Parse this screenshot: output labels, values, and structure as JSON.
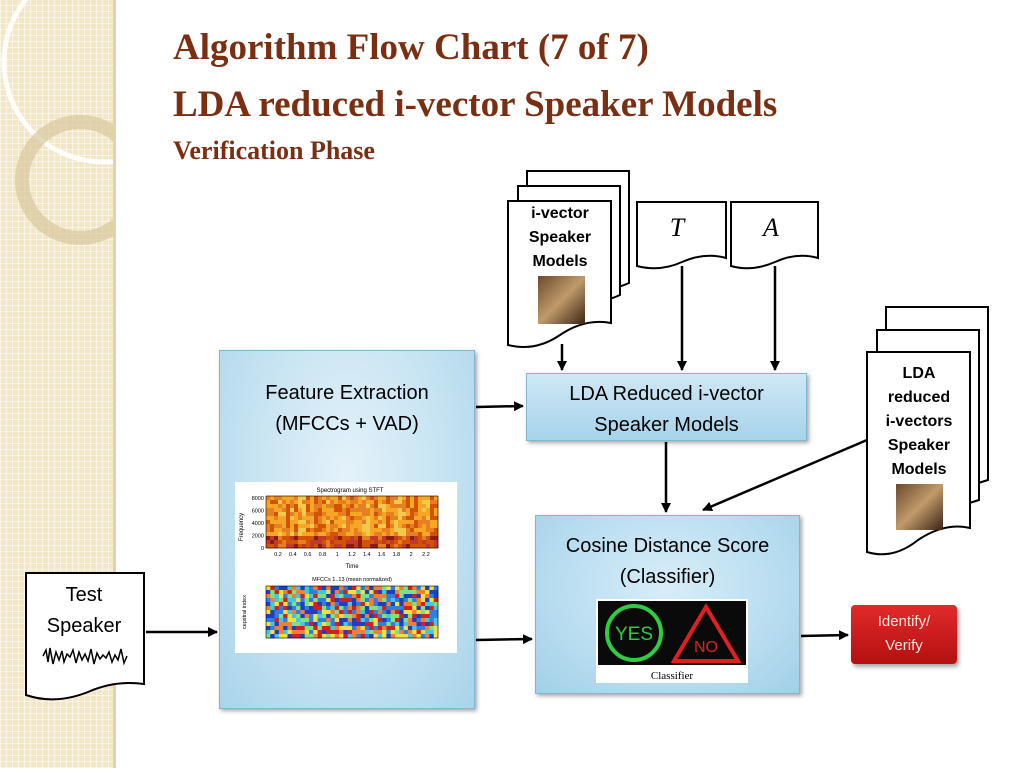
{
  "title": {
    "line1": "Algorithm Flow Chart (7 of 7)",
    "line2": "LDA reduced i-vector Speaker Models",
    "line3": "Verification Phase"
  },
  "nodes": {
    "feature_extraction": {
      "line1": "Feature Extraction",
      "line2": "(MFCCs + VAD)"
    },
    "lda_reduced": {
      "line1": "LDA Reduced i-vector",
      "line2": "Speaker Models"
    },
    "cosine": {
      "line1": "Cosine Distance Score",
      "line2": "(Classifier)"
    },
    "test_speaker": {
      "line1": "Test",
      "line2": "Speaker"
    },
    "ivector_models": {
      "line1": "i-vector",
      "line2": "Speaker",
      "line3": "Models"
    },
    "lda_models": {
      "line1": "LDA",
      "line2": "reduced",
      "line3": "i-vectors",
      "line4": "Speaker",
      "line5": "Models"
    },
    "matrix_t": "T",
    "matrix_a": "A",
    "output": {
      "line1": "Identify/",
      "line2": "Verify"
    }
  },
  "spectrogram": {
    "title": "Spectrogram using STFT",
    "ylabel": "Frequency",
    "xlabel": "Time",
    "yticks": [
      "8000",
      "6000",
      "4000",
      "2000",
      "0"
    ],
    "xticks": [
      "0.2",
      "0.4",
      "0.6",
      "0.8",
      "1",
      "1.2",
      "1.4",
      "1.6",
      "1.8",
      "2",
      "2.2"
    ],
    "mfcc_title": "MFCCs 1..13 (mean normalized)",
    "mfcc_ylabel": "cepstral index"
  },
  "classifier": {
    "yes": "YES",
    "no": "NO",
    "caption": "Classifier"
  },
  "colors": {
    "title": "#7b2f12",
    "box_light": "#cfe8f5",
    "box_dark": "#a7d3ea",
    "output_red": "#c91a1a"
  }
}
